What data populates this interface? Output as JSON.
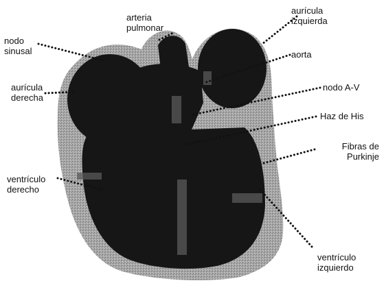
{
  "labels": {
    "nodo_sinusal": "nodo\nsinusal",
    "arteria_pulmonar": "arteria\npulmonar",
    "auricula_izquierda": "aurícula\nizquierda",
    "aorta": "aorta",
    "nodo_av": "nodo A-V",
    "auricula_derecha": "aurícula\nderecha",
    "haz_de_his": "Haz de His",
    "fibras_de_purkinje": "Fibras de\nPurkinje",
    "ventriculo_derecho": "ventrículo\nderecho",
    "ventriculo_izquierdo": "ventrículo\nizquierdo"
  },
  "colors": {
    "outer_tissue": "#a9a9a9",
    "inner_chambers": "#161616",
    "leader_dots": "#111111",
    "text": "#111111"
  }
}
